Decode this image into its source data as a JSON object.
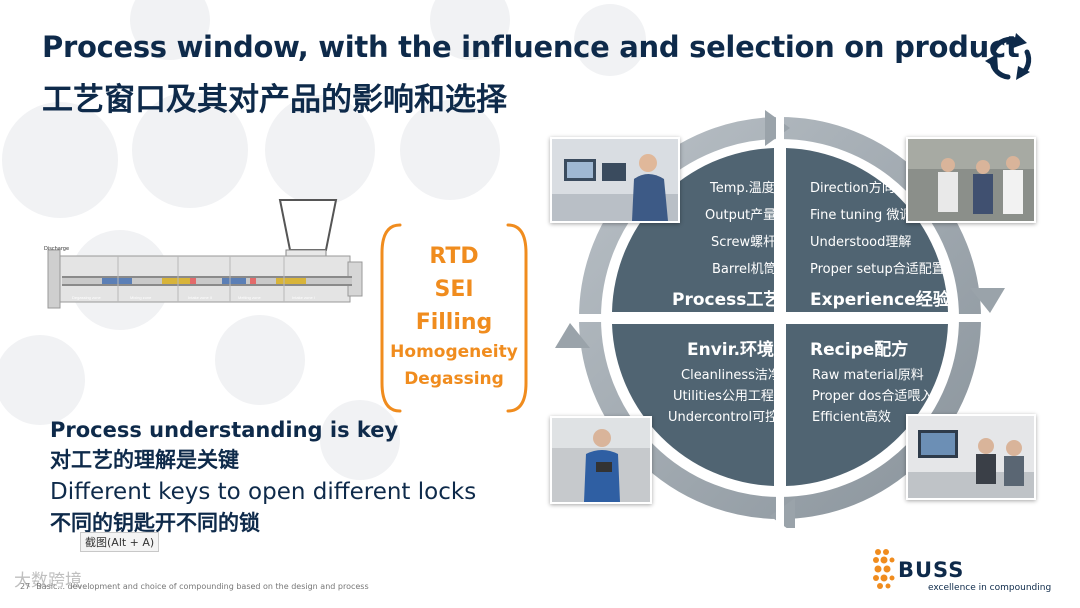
{
  "title_en": "Process window, with the influence and selection on product",
  "title_cn": "工艺窗口及其对产品的影响和选择",
  "machine": {
    "discharge_label": "Discharge",
    "zones": [
      "Degassing zone",
      "Mixing zone",
      "Intake zone II",
      "Melting zone",
      "Intake zone I"
    ]
  },
  "properties": [
    "RTD",
    "SEI",
    "Filling",
    "Homogeneity",
    "Degassing"
  ],
  "quadrants": {
    "process": {
      "items": [
        "Temp.温度",
        "Output产量",
        "Screw螺杆",
        "Barrel机筒"
      ],
      "title": "Process工艺"
    },
    "experience": {
      "items": [
        "Direction方向",
        "Fine tuning 微调",
        "Understood理解",
        "Proper setup合适配置"
      ],
      "title": "Experience经验"
    },
    "environment": {
      "title": "Envir.环境",
      "items": [
        "Cleanliness洁净",
        "Utilities公用工程",
        "Undercontrol可控"
      ]
    },
    "recipe": {
      "title": "Recipe配方",
      "items": [
        "Raw material原料",
        "Proper dos合适喂入",
        "Efficient高效"
      ]
    }
  },
  "keys": {
    "line1": "Process understanding is key",
    "line2": "对工艺的理解是关键",
    "line3": "Different keys to open different locks",
    "line4": "不同的钥匙开不同的锁"
  },
  "tooltip": "截图(Alt + A)",
  "footer": {
    "page": "27",
    "text": "Basic... development and choice of compounding based on the design and process"
  },
  "watermark": "大数跨境",
  "brand": {
    "name": "BUSS",
    "tagline": "excellence in compounding"
  },
  "colors": {
    "navy": "#0e2a4a",
    "orange": "#f08c1e",
    "wheel": "#506472",
    "ring": "#9aa3aa"
  },
  "icons": [
    "cycle-arrows-icon",
    "buss-logo-icon"
  ]
}
